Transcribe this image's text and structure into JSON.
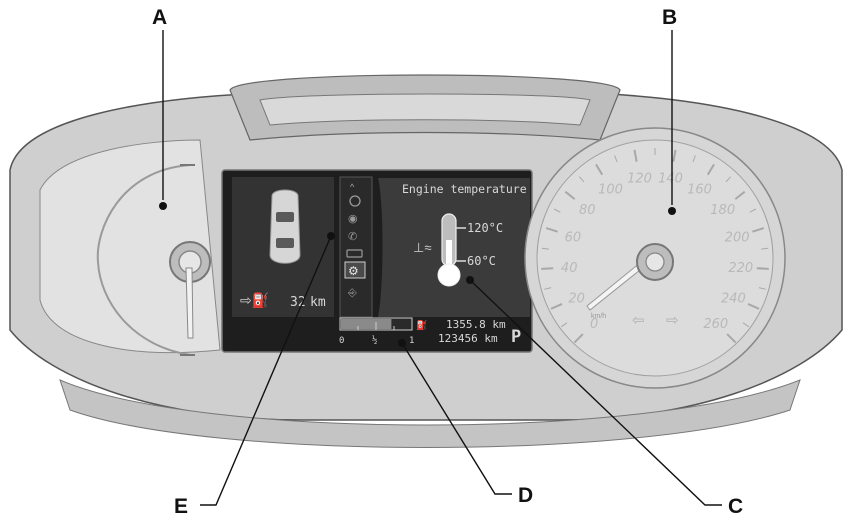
{
  "callouts": {
    "a": "A",
    "b": "B",
    "c": "C",
    "d": "D",
    "e": "E"
  },
  "display": {
    "title": "Engine temperature",
    "temp_high": "120°C",
    "temp_low": "60°C",
    "range_value": "32",
    "range_unit": "km",
    "trip": "1355.8 km",
    "odometer": "123456 km",
    "gear": "P",
    "fuel_scale": [
      "0",
      "½",
      "1"
    ],
    "fuel_level": 0.72
  },
  "speedometer": {
    "unit": "km/h",
    "ticks": [
      "0",
      "20",
      "40",
      "60",
      "80",
      "100",
      "120",
      "140",
      "160",
      "180",
      "200",
      "220",
      "240",
      "260"
    ]
  },
  "colors": {
    "display_bg": "#3a3a3a",
    "cluster_fill": "#d2d2d2",
    "line": "#111111"
  }
}
